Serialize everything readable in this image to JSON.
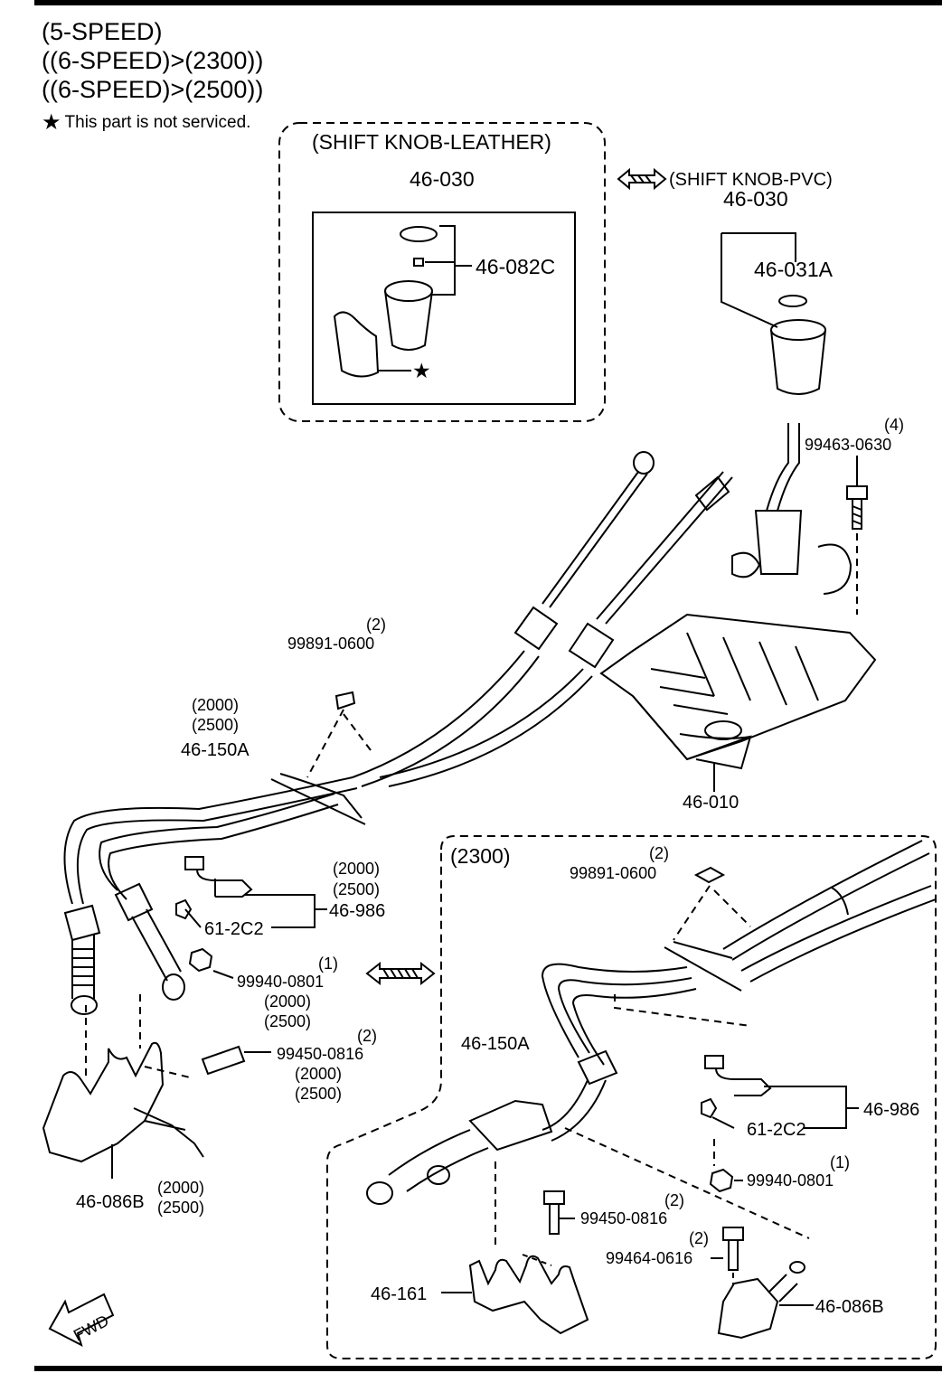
{
  "header": {
    "line1": "(5-SPEED)",
    "line2": "((6-SPEED)>(2300))",
    "line3": "((6-SPEED)>(2500))",
    "note": "This part is not serviced."
  },
  "knob_leather": {
    "title": "(SHIFT KNOB-LEATHER)",
    "part": "46-030",
    "cap": "46-082C"
  },
  "knob_pvc": {
    "title": "(SHIFT KNOB-PVC)",
    "part": "46-030",
    "cap": "46-031A"
  },
  "shifter": {
    "bolt": "99463-0630",
    "bolt_qty": "(4)",
    "housing": "46-010"
  },
  "main": {
    "nut": "99891-0600",
    "nut_qty": "(2)",
    "cable_v1": "(2000)",
    "cable_v2": "(2500)",
    "cable": "46-150A",
    "clip_v1": "(2000)",
    "clip_v2": "(2500)",
    "clip": "46-986",
    "pin": "61-2C2",
    "nut2": "99940-0801",
    "nut2_qty": "(1)",
    "nut2_v1": "(2000)",
    "nut2_v2": "(2500)",
    "bolt": "99450-0816",
    "bolt_qty": "(2)",
    "bolt_v1": "(2000)",
    "bolt_v2": "(2500)",
    "bracket": "46-086B",
    "bracket_v1": "(2000)",
    "bracket_v2": "(2500)",
    "fwd": "FWD"
  },
  "sub2300": {
    "title": "(2300)",
    "nut": "99891-0600",
    "nut_qty": "(2)",
    "cable": "46-150A",
    "clip": "46-986",
    "pin": "61-2C2",
    "nut2": "99940-0801",
    "nut2_qty": "(1)",
    "bolt": "99450-0816",
    "bolt_qty": "(2)",
    "bolt2": "99464-0616",
    "bolt2_qty": "(2)",
    "bracket1": "46-161",
    "bracket2": "46-086B"
  }
}
